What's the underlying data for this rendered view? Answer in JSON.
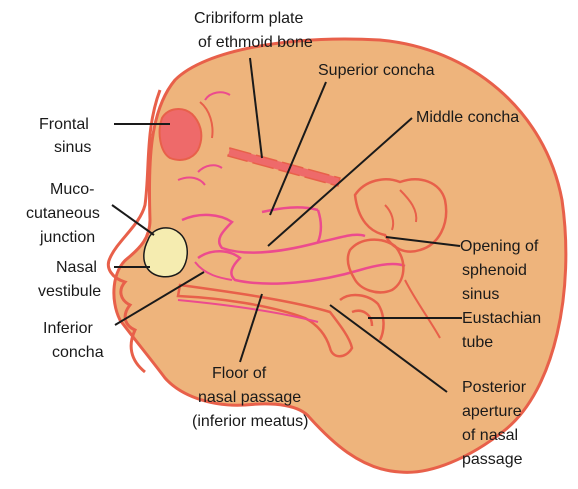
{
  "labels": {
    "cribriform_1": "Cribriform plate",
    "cribriform_2": "of ethmoid bone",
    "superior_concha": "Superior concha",
    "middle_concha": "Middle concha",
    "frontal_1": "Frontal",
    "frontal_2": "sinus",
    "muco_1": "Muco-",
    "muco_2": "cutaneous",
    "muco_3": "junction",
    "nasal_1": "Nasal",
    "nasal_2": "vestibule",
    "inferior_1": "Inferior",
    "inferior_2": "concha",
    "floor_1": "Floor of",
    "floor_2": "nasal passage",
    "floor_3": "(inferior meatus)",
    "opening_1": "Opening of",
    "opening_2": "sphenoid",
    "opening_3": "sinus",
    "eustachian_1": "Eustachian",
    "eustachian_2": "tube",
    "posterior_1": "Posterior",
    "posterior_2": "aperture",
    "posterior_3": "of nasal",
    "posterior_4": "passage"
  },
  "colors": {
    "skin": "#eeb47c",
    "outline": "#e8604a",
    "concha_pink": "#ec4b8e",
    "frontal_sinus": "#ee6a6a",
    "vestibule": "#f5ecb0",
    "leader": "#1a1a1a"
  }
}
